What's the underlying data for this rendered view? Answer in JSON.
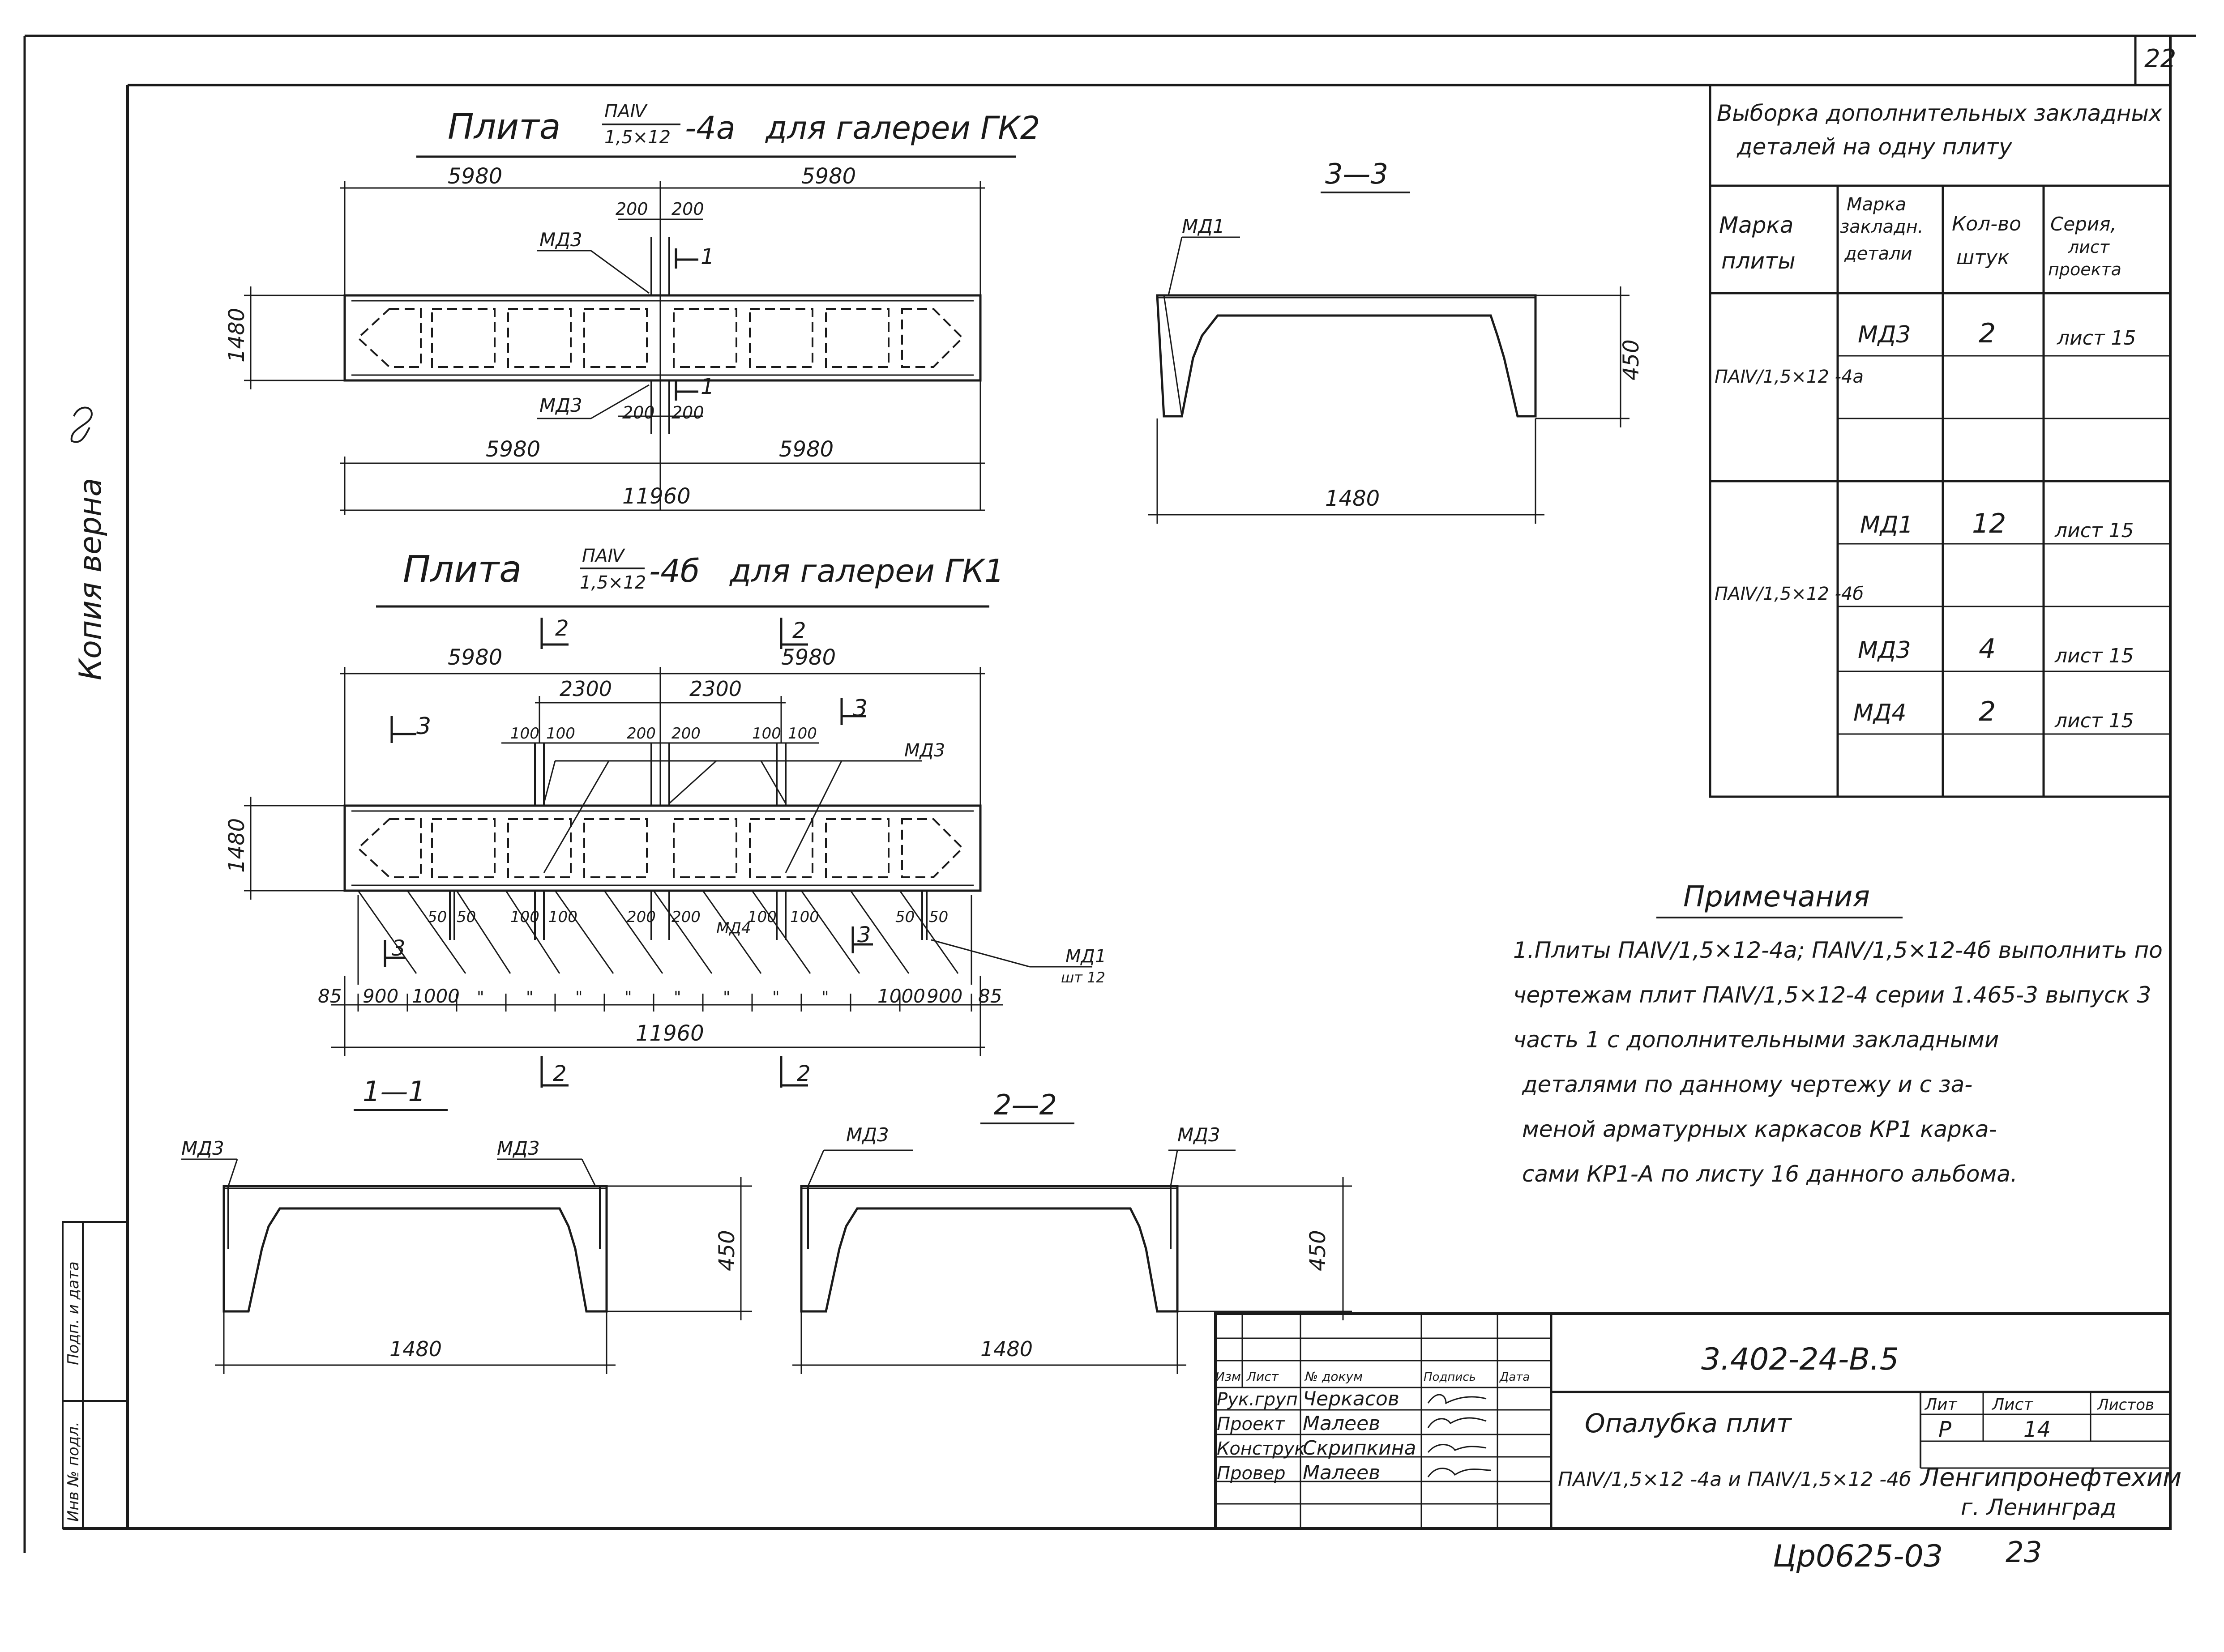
{
  "sheet": {
    "page_number": "22",
    "side_copy_note": "Копия верна",
    "bottom_code": "Цр0625-03",
    "bottom_number": "23"
  },
  "plate_a": {
    "title_word": "Плита",
    "title_num": "ПАⅣ",
    "title_den": "1,5×12",
    "title_suffix": "-4а",
    "title_tail": "для галереи ГК2",
    "dim_top_left": "5980",
    "dim_top_right": "5980",
    "dim_200_a": "200",
    "dim_200_b": "200",
    "dim_200_c": "200",
    "dim_200_d": "200",
    "dim_height": "1480",
    "dim_bottom_left": "5980",
    "dim_bottom_right": "5980",
    "dim_total": "11960",
    "label_top": "МД3",
    "label_bottom": "МД3",
    "section_mark_1": "1",
    "section_mark_2": "1"
  },
  "plate_b": {
    "title_word": "Плита",
    "title_num": "ПАⅣ",
    "title_den": "1,5×12",
    "title_suffix": "-4б",
    "title_tail": "для галереи ГК1",
    "dim_top_left": "5980",
    "dim_top_right": "5980",
    "dim_2300_left": "2300",
    "dim_2300_right": "2300",
    "dim_height": "1480",
    "dim_100s": [
      "100",
      "100",
      "200",
      "200",
      "100",
      "100"
    ],
    "dim_bottom_small": [
      "50",
      "50",
      "100",
      "100",
      "200",
      "200",
      "100",
      "100",
      "50",
      "50"
    ],
    "label_md3": "МД3",
    "label_md4": "МД4",
    "label_md1": "МД1",
    "label_md1_qty": "шт 12",
    "chain": [
      "85",
      "900",
      "1000",
      "\"",
      "\"",
      "\"",
      "\"",
      "\"",
      "\"",
      "\"",
      "\"",
      "1000",
      "900",
      "85"
    ],
    "dim_total": "11960",
    "sec_2": "2",
    "sec_3": "3"
  },
  "section_33": {
    "title": "3—3",
    "label": "МД1",
    "dim_height": "450",
    "dim_width": "1480"
  },
  "section_11": {
    "title": "1—1",
    "label_left": "МД3",
    "label_right": "МД3",
    "dim_height": "450",
    "dim_width": "1480"
  },
  "section_22": {
    "title": "2—2",
    "label_left": "МД3",
    "label_right": "МД3",
    "dim_height": "450",
    "dim_width": "1480"
  },
  "table": {
    "title_line1": "Выборка дополнительных закладных",
    "title_line2": "деталей на одну плиту",
    "headers": [
      [
        "Марка",
        "плиты"
      ],
      [
        "Марка",
        "закладн.",
        "детали"
      ],
      [
        "Кол-во",
        "штук"
      ],
      [
        "Серия,",
        "лист",
        "проекта"
      ]
    ],
    "plate_a_mark": "ПАⅣ/1,5×12 -4а",
    "plate_b_mark": "ПАⅣ/1,5×12 -4б",
    "rows": [
      {
        "part": "МД3",
        "qty": "2",
        "sheet": "лист 15"
      },
      {
        "part": "МД1",
        "qty": "12",
        "sheet": "лист 15"
      },
      {
        "part": "МД3",
        "qty": "4",
        "sheet": "лист 15"
      },
      {
        "part": "МД4",
        "qty": "2",
        "sheet": "лист 15"
      }
    ]
  },
  "notes": {
    "heading": "Примечания",
    "lines": [
      "1.Плиты ПАⅣ/1,5×12-4а; ПАⅣ/1,5×12-4б выполнить по",
      "чертежам плит ПАⅣ/1,5×12-4 серии 1.465-3 выпуск 3",
      "часть 1 с дополнительными закладными",
      "деталями по данному чертежу и с за-",
      "меной арматурных каркасов КР1 карка-",
      "сами КР1-А по листу 16 данного альбома."
    ]
  },
  "stamp": {
    "code": "3.402-24-В.5",
    "col_headers": [
      "Изм",
      "Лист",
      "№ докум",
      "Подпись",
      "Дата"
    ],
    "roles": [
      {
        "role": "Рук.груп",
        "name": "Черкасов"
      },
      {
        "role": "Проект",
        "name": "Малеев"
      },
      {
        "role": "Конструк",
        "name": "Скрипкина"
      },
      {
        "role": "Провер",
        "name": "Малеев"
      }
    ],
    "title_line1": "Опалубка плит",
    "title_line2": "ПАⅣ/1,5×12 -4а  и  ПАⅣ/1,5×12 -4б",
    "lit_label": "Лит",
    "sheet_label": "Лист",
    "sheets_label": "Листов",
    "lit_value": "Р",
    "sheet_value": "14",
    "org_line1": "Ленгипронефтехим",
    "org_line2": "г. Ленинград",
    "side_labels": [
      "Инв № подл.",
      "Подп. и дата"
    ]
  }
}
